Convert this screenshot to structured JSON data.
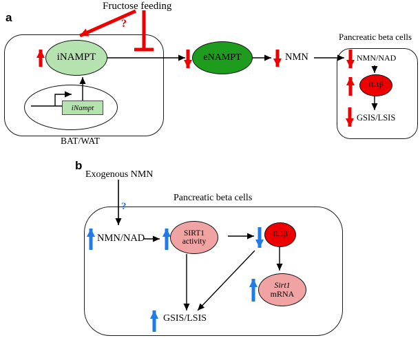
{
  "figure": {
    "panel_a_label": "a",
    "panel_b_label": "b"
  },
  "colors": {
    "arrow_red": "#ee0000",
    "arrow_blue": "#1e7be8",
    "node_light_green": "#b5e3b0",
    "node_dark_green": "#1e9c1e",
    "node_red": "#ee0000",
    "node_pink": "#f1a3a3"
  },
  "panel_a": {
    "fructose_label": "Fructose feeding",
    "question_mark": "?",
    "bat_wat_label": "BAT/WAT",
    "inampt_label": "iNAMPT",
    "inampt_gene_label": "iNampt",
    "enampt_label": "eNAMPT",
    "nmn_label": "NMN",
    "beta_cells_label": "Pancreatic beta cells",
    "nmn_nad_label": "NMN/NAD",
    "il1b_label": "IL1β",
    "gsis_label": "GSIS/LSIS"
  },
  "panel_b": {
    "exogenous_label": "Exogenous NMN",
    "question_mark": "?",
    "beta_cells_label": "Pancreatic beta cells",
    "nmn_nad_label": "NMN/NAD",
    "sirt1_line1": "SIRT1",
    "sirt1_line2": "activity",
    "il1b_label": "IL1β",
    "sirt1_mrna_line1": "Sirt1",
    "sirt1_mrna_line2": "mRNA",
    "gsis_label": "GSIS/LSIS"
  }
}
